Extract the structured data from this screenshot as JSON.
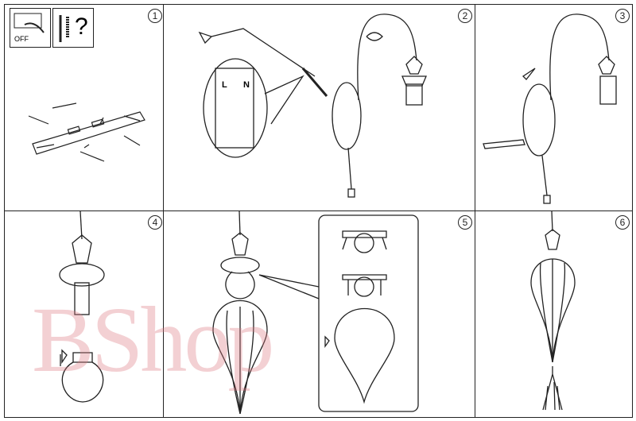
{
  "steps": [
    "1",
    "2",
    "3",
    "4",
    "5",
    "6"
  ],
  "switch_label": "OFF",
  "tools_symbol": "?",
  "terminal_labels": {
    "live": "L",
    "neutral": "N"
  },
  "watermark": "BShop"
}
